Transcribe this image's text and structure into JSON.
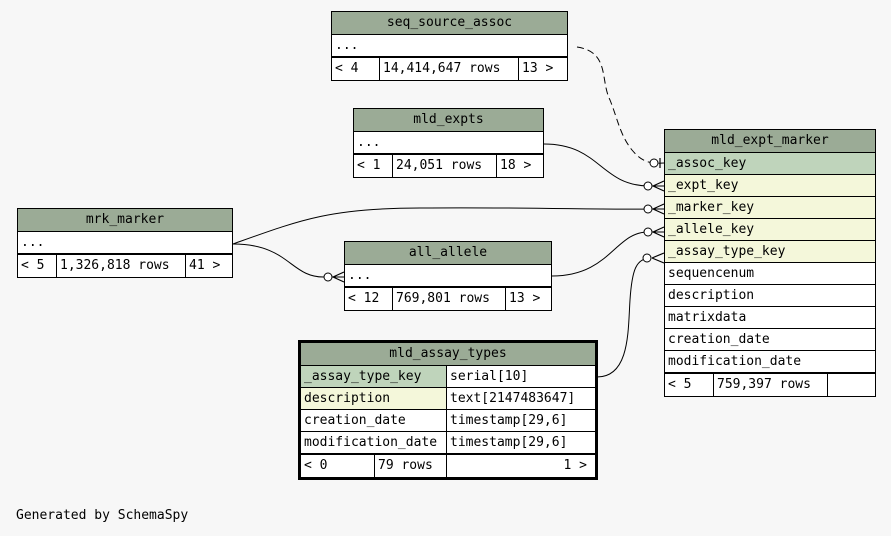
{
  "footer": "Generated by SchemaSpy",
  "tables": {
    "seq_source_assoc": {
      "name": "seq_source_assoc",
      "ellipsis": "...",
      "parents": "< 4",
      "rows": "14,414,647 rows",
      "children": "13 >"
    },
    "mld_expts": {
      "name": "mld_expts",
      "ellipsis": "...",
      "parents": "< 1",
      "rows": "24,051 rows",
      "children": "18 >"
    },
    "mrk_marker": {
      "name": "mrk_marker",
      "ellipsis": "...",
      "parents": "< 5",
      "rows": "1,326,818 rows",
      "children": "41 >"
    },
    "all_allele": {
      "name": "all_allele",
      "ellipsis": "...",
      "parents": "< 12",
      "rows": "769,801 rows",
      "children": "13 >"
    },
    "mld_expt_marker": {
      "name": "mld_expt_marker",
      "columns": [
        "_assoc_key",
        "_expt_key",
        "_marker_key",
        "_allele_key",
        "_assay_type_key",
        "sequencenum",
        "description",
        "matrixdata",
        "creation_date",
        "modification_date"
      ],
      "parents": "< 5",
      "rows": "759,397 rows",
      "children": ""
    },
    "mld_assay_types": {
      "name": "mld_assay_types",
      "columns": [
        {
          "name": "_assay_type_key",
          "type": "serial[10]"
        },
        {
          "name": "description",
          "type": "text[2147483647]"
        },
        {
          "name": "creation_date",
          "type": "timestamp[29,6]"
        },
        {
          "name": "modification_date",
          "type": "timestamp[29,6]"
        }
      ],
      "parents": "< 0",
      "rows": "79 rows",
      "children": "1 >"
    }
  }
}
